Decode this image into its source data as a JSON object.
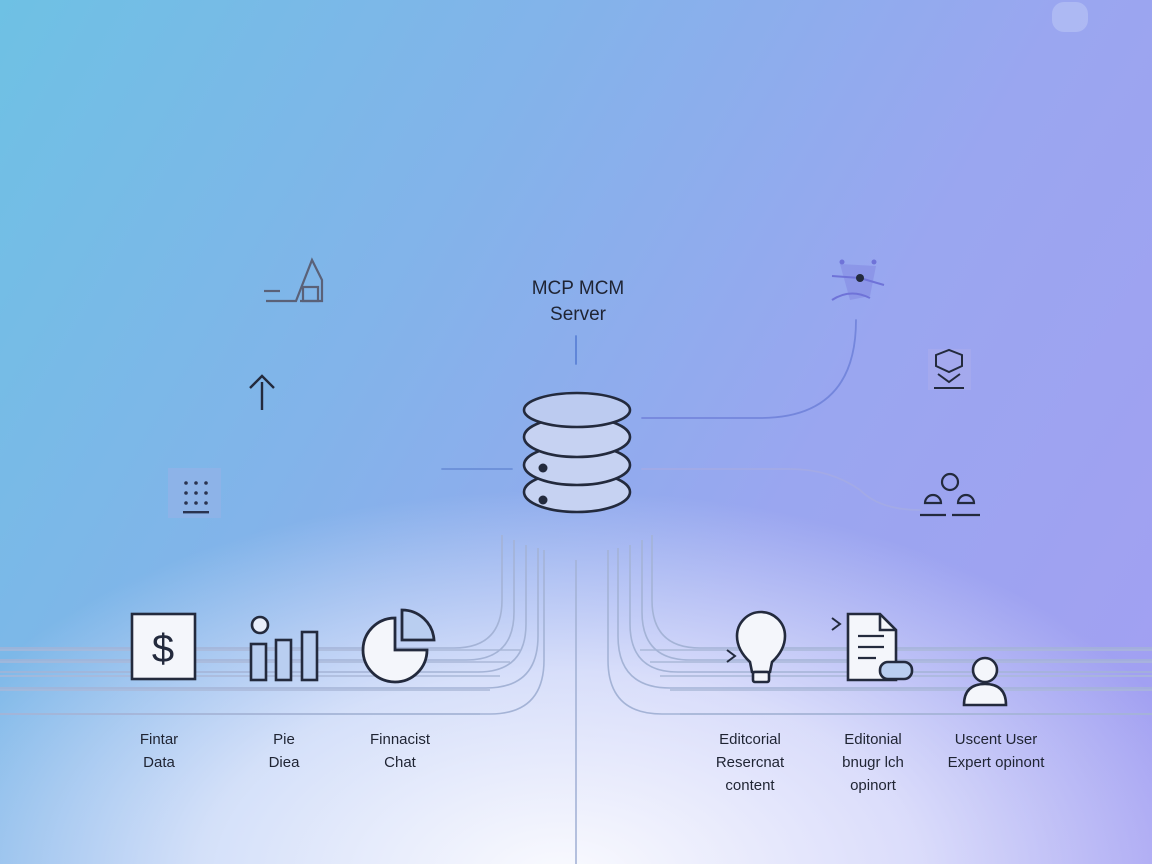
{
  "server": {
    "line1": "MCP MCM",
    "line2": "Server"
  },
  "labels": [
    {
      "line1": "Fintar",
      "line2": "Data"
    },
    {
      "line1": "Pie",
      "line2": "Diea"
    },
    {
      "line1": "Finnacist",
      "line2": "Chat"
    },
    {
      "line1": "Editcorial",
      "line2": "Resercnat",
      "line3": "content"
    },
    {
      "line1": "Editonial",
      "line2": "bnugr lch",
      "line3": "opinort"
    },
    {
      "line1": "Uscent User",
      "line2": "Expert opinont"
    }
  ],
  "colors": {
    "stroke_dark": "#232a3d",
    "line_light": "#a8b6d6",
    "accent_blue": "#5b82d6",
    "accent_violet": "#6f73d8",
    "icon_grey": "#5a6178"
  },
  "icons": {
    "server": "database-stack-icon",
    "finance": "dollar-document-icon",
    "bars": "bar-chart-icon",
    "pie": "pie-chart-icon",
    "idea": "lightbulb-icon",
    "document": "document-icon",
    "user": "user-icon",
    "top_left": "house-chart-icon",
    "arrow": "arrow-up-icon",
    "calculator": "calculator-icon",
    "network": "network-node-icon",
    "shield": "shield-stack-icon",
    "people": "people-group-icon"
  }
}
